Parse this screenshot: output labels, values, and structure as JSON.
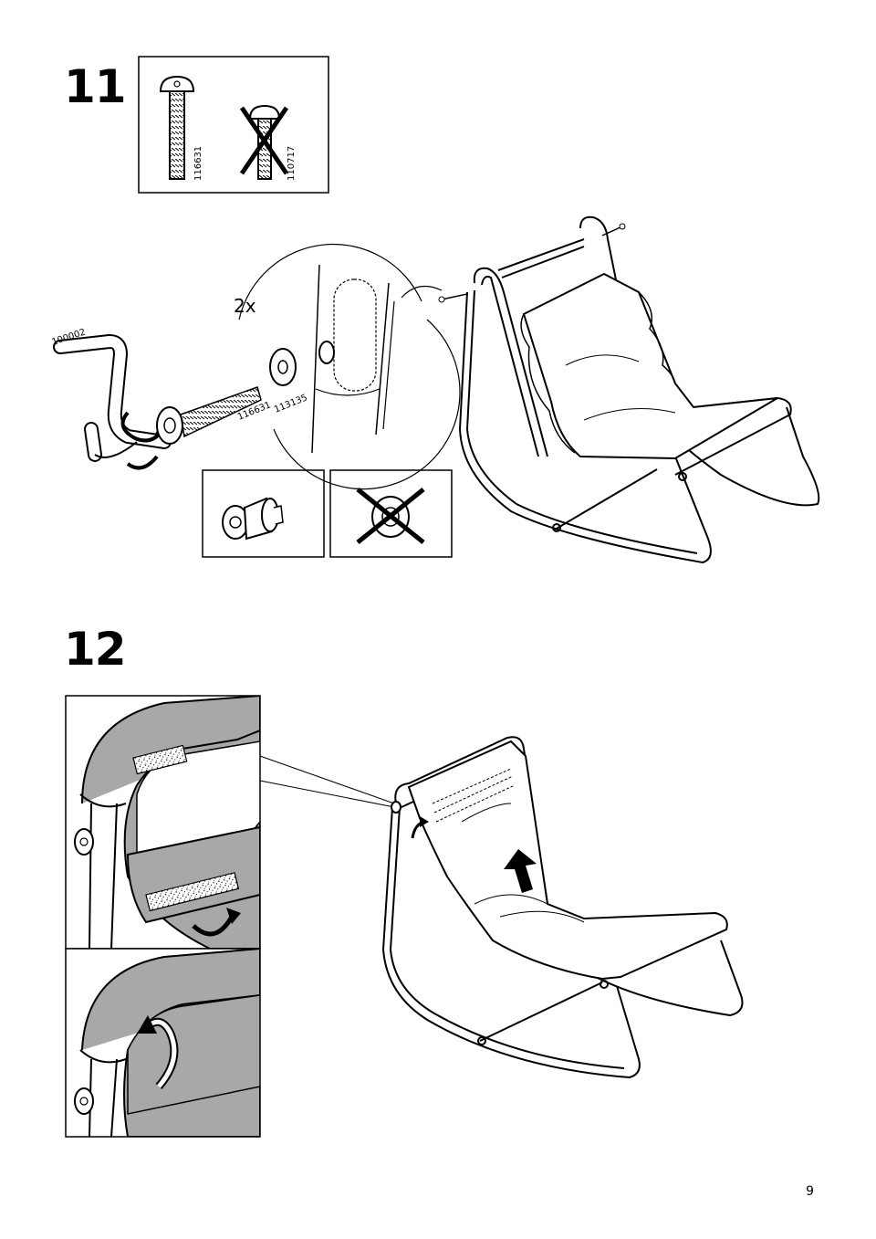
{
  "steps": [
    {
      "number": "11",
      "parts": [
        {
          "id": "116631",
          "status": "correct"
        },
        {
          "id": "110717",
          "status": "incorrect"
        }
      ],
      "tool": "100002",
      "quantity": "2x",
      "washer": "113135",
      "bolt": "116631"
    },
    {
      "number": "12"
    }
  ],
  "page_number": "9",
  "colors": {
    "line": "#000000",
    "fabric_gray": "#a8a8a8",
    "detail_gray": "#dcdcdc"
  },
  "icons": [
    "allen-key-icon",
    "rotate-arrow-icon",
    "bolt-icon",
    "washer-icon",
    "cross-icon",
    "up-arrow-icon",
    "curved-arrow-icon"
  ]
}
